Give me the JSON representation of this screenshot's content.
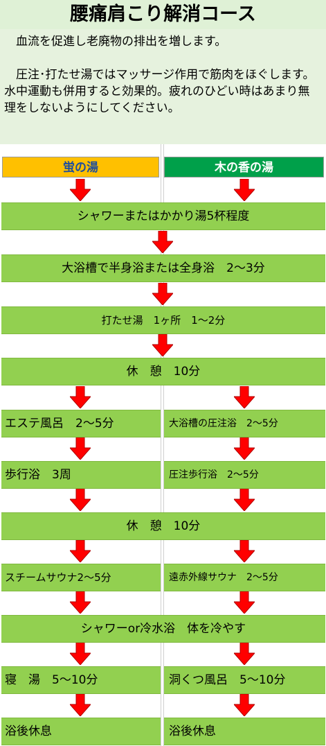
{
  "title": "腰痛肩こり解消コース",
  "intro": {
    "line1": "　血流を促進し老廃物の排出を増します。",
    "line2": "　圧注･打たせ湯ではマッサージ作用で筋肉をほぐします。水中運動も併用すると効果的。疲れのひどい時はあまり無理をしないようにしてください。"
  },
  "columns": {
    "left": "蛍の湯",
    "right": "木の香の湯"
  },
  "steps": {
    "s1": "シャワーまたはかかり湯5杯程度",
    "s2": "大浴槽で半身浴または全身浴　2～3分",
    "s3": "打たせ湯　1ヶ所　1～2分",
    "s4": "休　憩　10分",
    "s5_left": "エステ風呂　2～5分",
    "s5_right": "大浴槽の圧注浴　2～5分",
    "s6_left": "歩行浴　3周",
    "s6_right": "圧注歩行浴　2～5分",
    "s7": "休　憩　10分",
    "s8_left": "スチームサウナ2～5分",
    "s8_right": "遠赤外線サウナ　2～5分",
    "s9": "シャワーor冷水浴　体を冷やす",
    "s10_left": "寝　湯　5～10分",
    "s10_right": "洞くつ風呂　5～10分",
    "s11_left": "浴後休息",
    "s11_right": "浴後休息"
  },
  "colors": {
    "bar": "#92d050",
    "arrow": "#ff0000",
    "left_header": "#ffc000",
    "right_header": "#00a04a",
    "intro_bg": "#e6f2de"
  }
}
